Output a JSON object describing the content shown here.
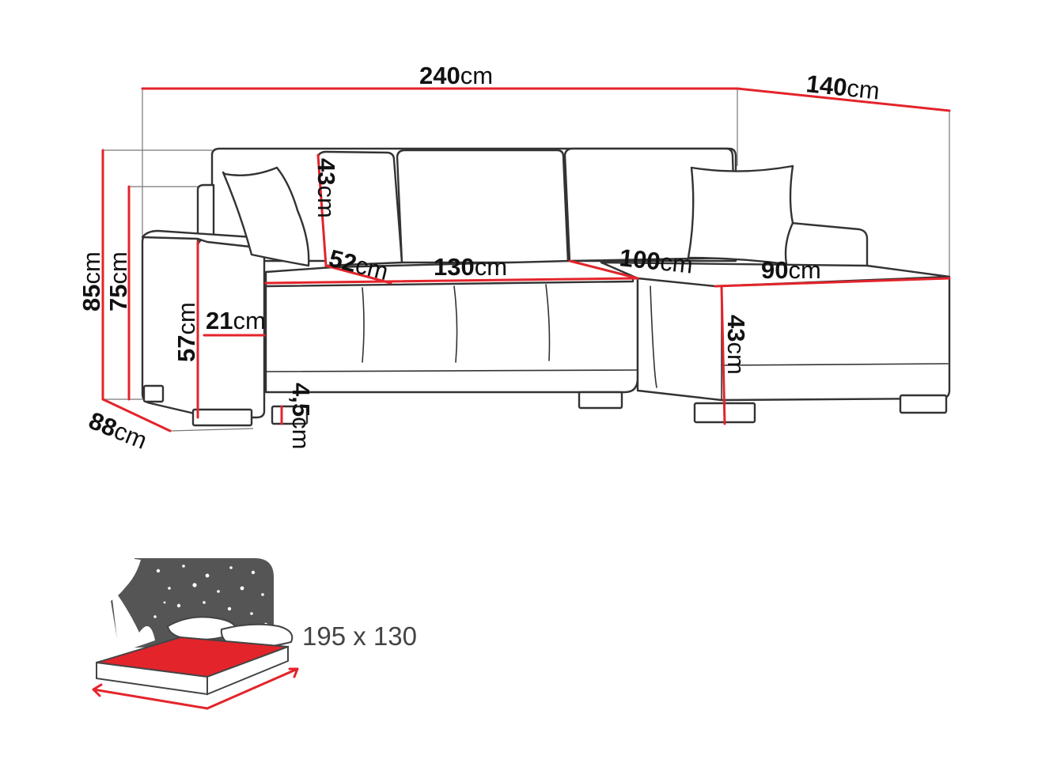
{
  "dimensions": {
    "width_total": {
      "value": "240",
      "unit": "cm"
    },
    "depth_chaise": {
      "value": "140",
      "unit": "cm"
    },
    "height_total": {
      "value": "85",
      "unit": "cm"
    },
    "height_armrest": {
      "value": "75",
      "unit": "cm"
    },
    "depth_total": {
      "value": "88",
      "unit": "cm"
    },
    "backrest_height": {
      "value": "43",
      "unit": "cm"
    },
    "seat_depth": {
      "value": "52",
      "unit": "cm"
    },
    "seat_width": {
      "value": "130",
      "unit": "cm"
    },
    "chaise_length": {
      "value": "100",
      "unit": "cm"
    },
    "chaise_width": {
      "value": "90",
      "unit": "cm"
    },
    "armrest_width": {
      "value": "21",
      "unit": "cm"
    },
    "armrest_height": {
      "value": "57",
      "unit": "cm"
    },
    "seat_height": {
      "value": "43",
      "unit": "cm"
    },
    "leg_height": {
      "value": "4,5",
      "unit": "cm"
    }
  },
  "sleeping_area": {
    "label": "195 x 130"
  },
  "colors": {
    "dimension_line": "#e3242b",
    "outline": "#333333",
    "mattress": "#e3242b",
    "night_sky": "#555555"
  }
}
